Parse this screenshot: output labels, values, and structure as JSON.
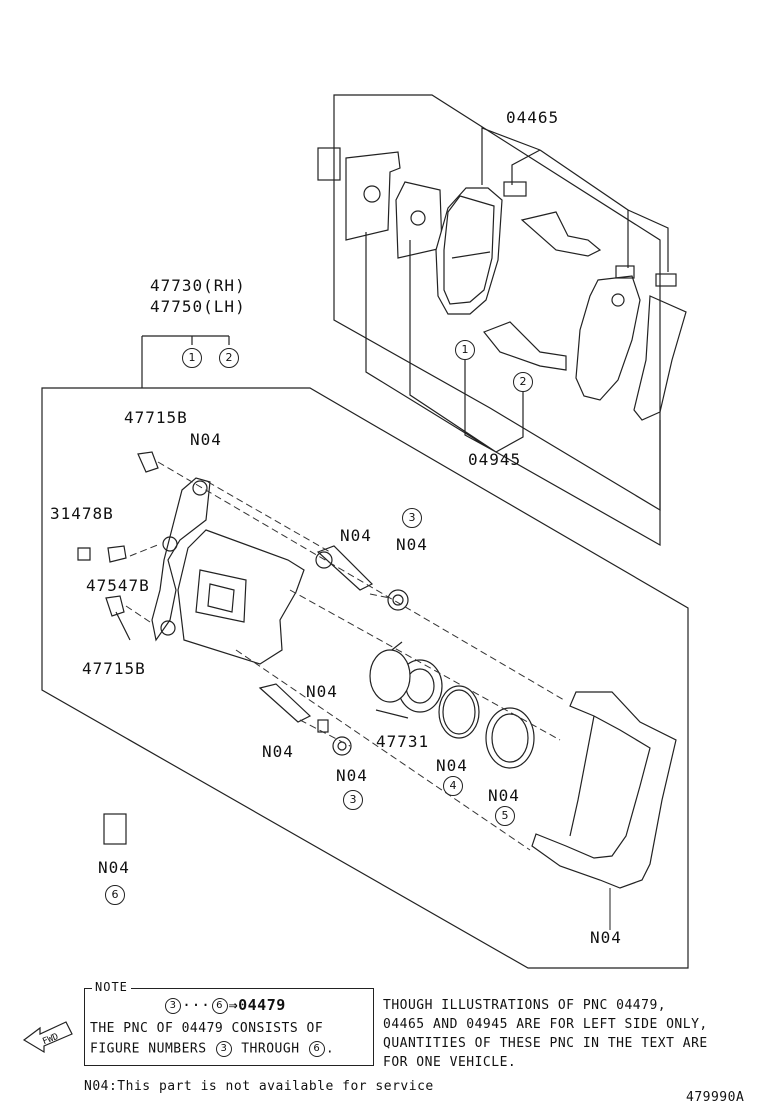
{
  "parts": {
    "pad_kit": "04465",
    "caliper_rh": "47730(RH)",
    "caliper_lh": "47750(LH)",
    "shim_kit": "04945",
    "bolt_upper": "47715B",
    "bolt_lower": "47715B",
    "cap": "31478B",
    "bleeder": "47547B",
    "piston": "47731"
  },
  "n04_label": "N04",
  "circled": [
    "1",
    "2",
    "3",
    "4",
    "5",
    "6"
  ],
  "note": {
    "title": "NOTE",
    "range_start": "3",
    "range_sep": "···",
    "range_end": "6",
    "arrow_pnc": "⇒04479",
    "line1": "THE PNC OF 04479 CONSISTS OF",
    "line2_a": "FIGURE NUMBERS",
    "line2_b": "THROUGH",
    "line2_end": "."
  },
  "side_note": [
    "THOUGH ILLUSTRATIONS OF PNC 04479,",
    "04465 AND 04945 ARE FOR LEFT SIDE ONLY,",
    "QUANTITIES OF THESE PNC IN THE TEXT ARE",
    "FOR ONE VEHICLE."
  ],
  "footnote": "N04:This part is not available for service",
  "fwd_label": "FWD",
  "drawing_id": "479990A"
}
